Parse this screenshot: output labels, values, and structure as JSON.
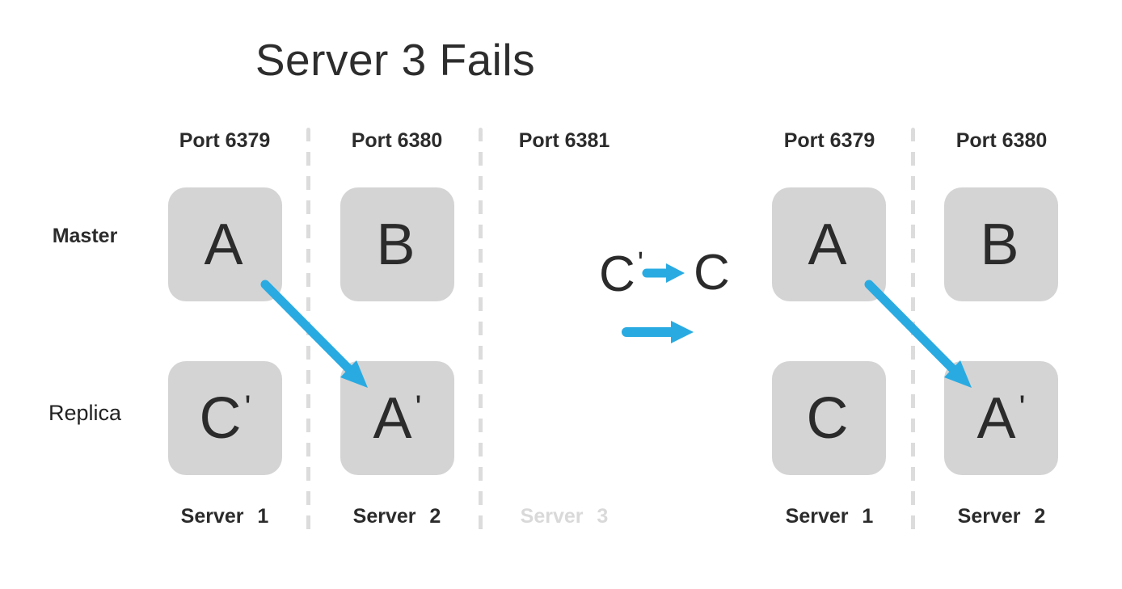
{
  "title": "Server 3 Fails",
  "left_cluster": {
    "ports": [
      "Port 6379",
      "Port 6380",
      "Port 6381"
    ],
    "master_row_label": "Master",
    "replica_row_label": "Replica",
    "boxes": [
      {
        "letter": "A",
        "prime": ""
      },
      {
        "letter": "B",
        "prime": ""
      },
      {
        "letter": "C",
        "prime": "'"
      },
      {
        "letter": "A",
        "prime": "'"
      }
    ],
    "servers": [
      "Server 1",
      "Server 2",
      "Server 3"
    ]
  },
  "transition": {
    "from_letter": "C",
    "from_prime": "'",
    "to_letter": "C"
  },
  "right_cluster": {
    "ports": [
      "Port 6379",
      "Port 6380"
    ],
    "boxes": [
      {
        "letter": "A",
        "prime": ""
      },
      {
        "letter": "B",
        "prime": ""
      },
      {
        "letter": "C",
        "prime": ""
      },
      {
        "letter": "A",
        "prime": "'"
      }
    ],
    "servers": [
      "Server 1",
      "Server 2"
    ]
  },
  "colors": {
    "arrow_blue": "#29ABE2",
    "box_fill": "#D4D4D4",
    "text_dark": "#2B2B2B",
    "failed_server_gray": "#D9D9D9",
    "dash_gray": "#DCDCDC"
  }
}
